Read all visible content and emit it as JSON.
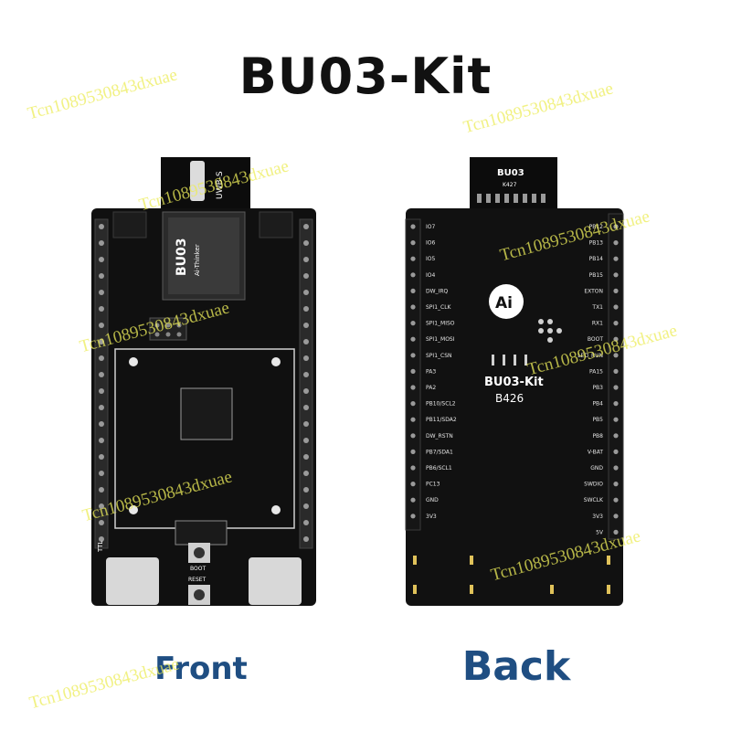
{
  "title": "BU03-Kit",
  "front": {
    "caption": "Front",
    "module_text": "BU03",
    "module_sub": "Ai-Thinker",
    "antenna_text": "UWB-S",
    "boot_label": "BOOT",
    "reset_label": "RESET",
    "ttl_label": "TTL"
  },
  "back": {
    "caption": "Back",
    "connector_title": "BU03",
    "connector_code": "K427",
    "logo_text": "Ai",
    "board_name": "BU03-Kit",
    "board_code": "B426",
    "left_pins": [
      "IO7",
      "IO6",
      "IO5",
      "IO4",
      "DW_IRQ",
      "SPI1_CLK",
      "SPI1_MISO",
      "SPI1_MOSI",
      "SPI1_CSN",
      "PA3",
      "PA2",
      "PB10/SCL2",
      "PB11/SDA2",
      "DW_RSTN",
      "PB7/SDA1",
      "PB6/SCL1",
      "PC13",
      "GND",
      "3V3"
    ],
    "right_pins": [
      "PB12",
      "PB13",
      "PB14",
      "PB15",
      "EXTON",
      "TX1",
      "RX1",
      "BOOT",
      "LED_RUN",
      "PA15",
      "PB3",
      "PB4",
      "PB5",
      "PB8",
      "V-BAT",
      "GND",
      "SWDIO",
      "SWCLK",
      "3V3",
      "5V"
    ]
  },
  "watermark": "Tcn1089530843dxuae",
  "colors": {
    "pcb": "#111111",
    "caption": "#1f4e82",
    "watermark": "#ecec5a"
  }
}
